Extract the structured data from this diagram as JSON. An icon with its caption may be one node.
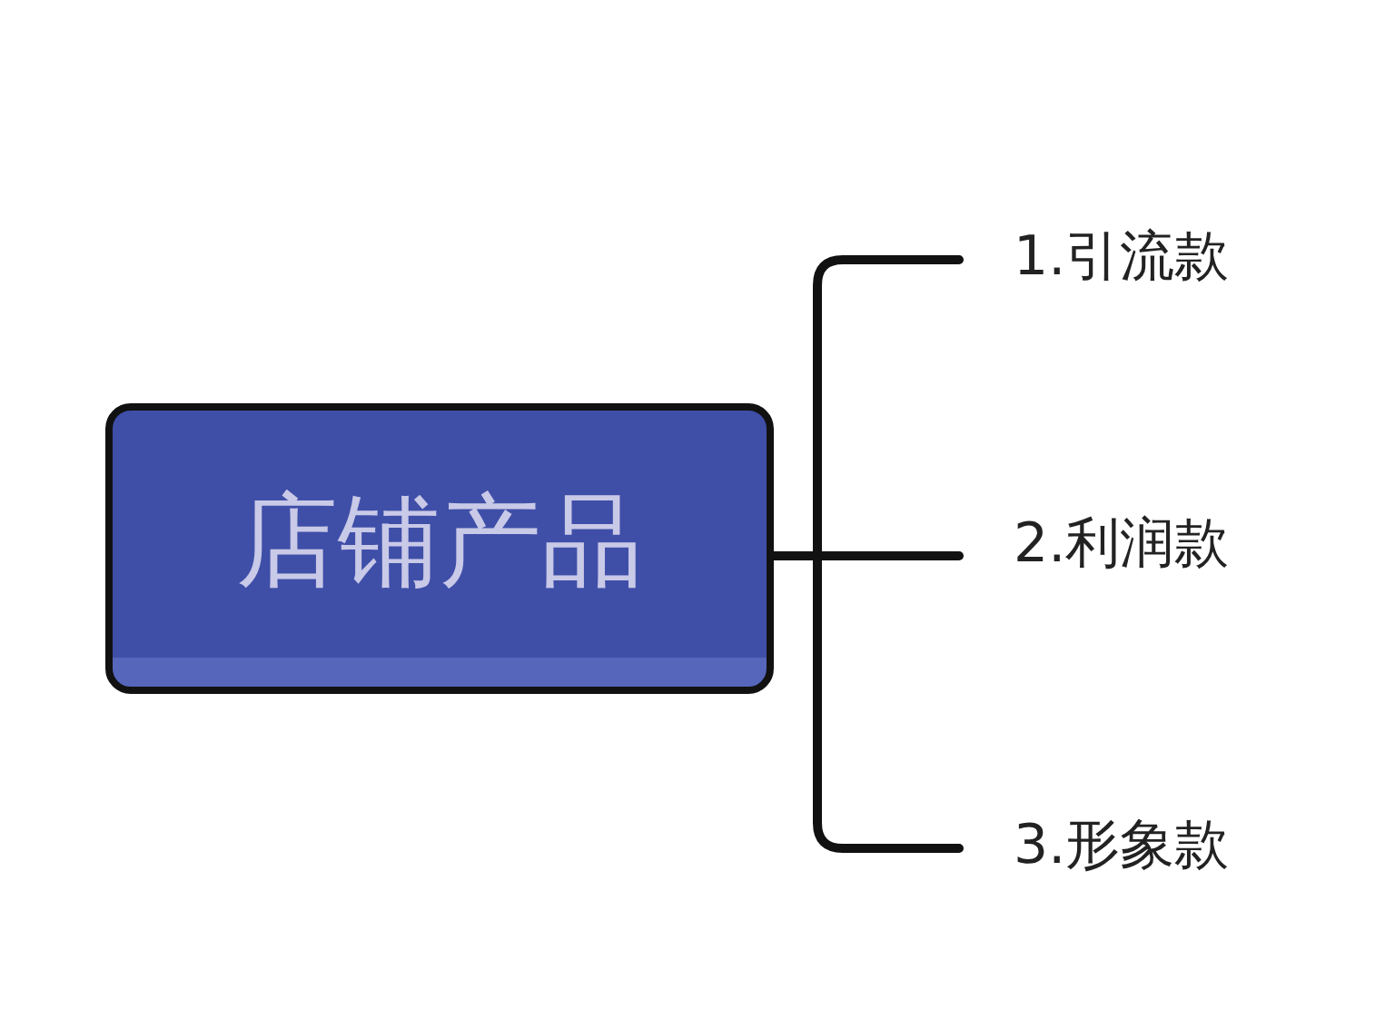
{
  "diagram": {
    "nodes": [
      {
        "text": [
          "店铺产品"
        ]
      },
      {
        "text": [
          "1.引流款"
        ]
      },
      {
        "text": [
          "2.利润款"
        ]
      },
      {
        "text": [
          "3.形象款"
        ]
      }
    ],
    "edges": [
      {
        "from": 0,
        "to": 1,
        "arrow": "none"
      },
      {
        "from": 0,
        "to": 2,
        "arrow": "none"
      },
      {
        "from": 0,
        "to": 3,
        "arrow": "none"
      }
    ]
  }
}
